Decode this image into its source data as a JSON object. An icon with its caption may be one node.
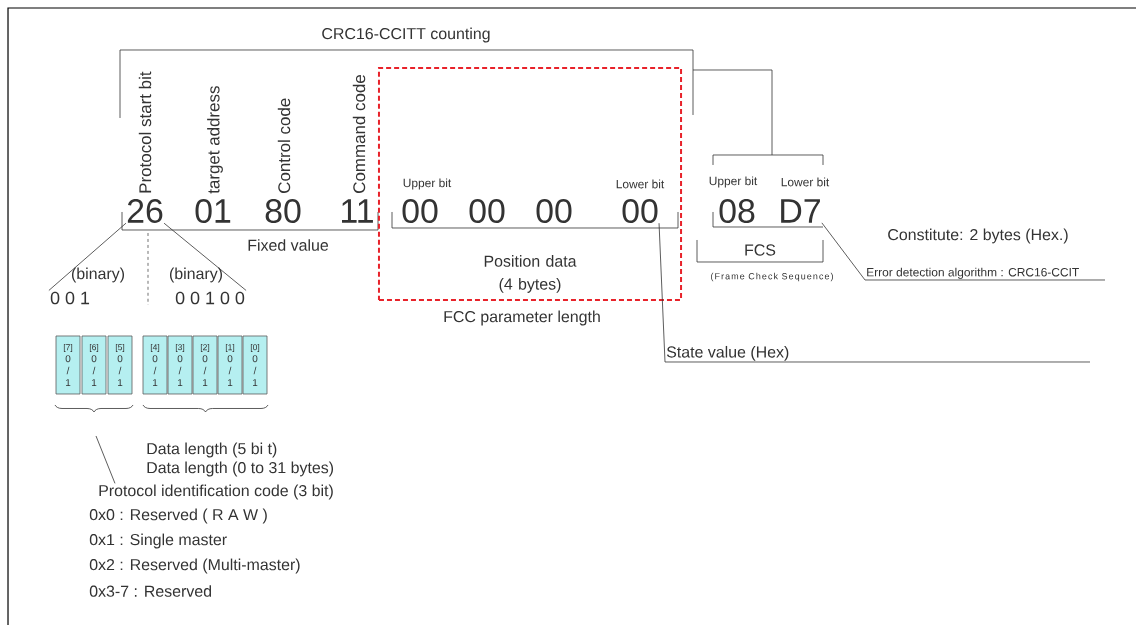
{
  "diagram": {
    "nodes": [
      {
        "text": [
          "26"
        ],
        "beside": [
          "Protocol start bit"
        ]
      },
      {
        "text": [
          "01"
        ],
        "beside": [
          "target address"
        ]
      },
      {
        "text": [
          "80"
        ],
        "beside": [
          "Control code"
        ]
      },
      {
        "text": [
          "11"
        ],
        "beside": [
          "Command code"
        ]
      },
      {
        "text": [
          "Position data (4 bytes)"
        ],
        "beside": [
          "FCC parameter length"
        ]
      },
      {
        "text": [
          "00"
        ],
        "in": 4,
        "beside": [
          "Upper bit"
        ]
      },
      {
        "text": [
          "00"
        ],
        "in": 4
      },
      {
        "text": [
          "00"
        ],
        "in": 4
      },
      {
        "text": [
          "00"
        ],
        "in": 4,
        "beside": [
          "Lower bit"
        ]
      },
      {
        "text": [
          "08"
        ],
        "beside": [
          "Upper bit"
        ]
      },
      {
        "text": [
          "D7"
        ],
        "beside": [
          "Lower bit"
        ]
      },
      {
        "text": [
          "0 0 1"
        ]
      },
      {
        "text": [
          "0 0 1 0 0"
        ]
      },
      {
        "text": [
          "[7]",
          "0",
          "/",
          "1"
        ]
      },
      {
        "text": [
          "[6]",
          "0",
          "/",
          "1"
        ]
      },
      {
        "text": [
          "[5]",
          "0",
          "/",
          "1"
        ]
      },
      {
        "text": [
          "[4]",
          "0",
          "/",
          "1"
        ]
      },
      {
        "text": [
          "[3]",
          "0",
          "/",
          "1"
        ]
      },
      {
        "text": [
          "[2]",
          "0",
          "/",
          "1"
        ]
      },
      {
        "text": [
          "[1]",
          "0",
          "/",
          "1"
        ]
      },
      {
        "text": [
          "[0]",
          "0",
          "/",
          "1"
        ]
      },
      {
        "text": [
          "Protocol identification code (3 bit)"
        ]
      },
      {
        "text": [
          "State value (Hex)"
        ]
      },
      {
        "text": [
          "Error detection algorithm : CRC16-CCIT"
        ]
      }
    ],
    "edges": [
      {
        "from": 0,
        "to": 11,
        "arrow": "none"
      },
      {
        "from": 0,
        "to": 12,
        "arrow": "none"
      },
      {
        "from": 8,
        "to": 22,
        "arrow": "none"
      },
      {
        "from": 10,
        "to": 23,
        "arrow": "none"
      },
      {
        "from": null,
        "to": 21,
        "arrow": "none"
      }
    ],
    "labels": [
      "CRC16-CCITT counting",
      "Fixed value",
      "FCS",
      "(Frame Check Sequence)",
      "Constitute: 2 bytes (Hex.)",
      "(binary)",
      "(binary)",
      "Data length (5 bi t)",
      "Data length (0 to 31 bytes)",
      "0x0 : Reserved ( R A W )",
      "0x1 : Single master",
      "0x2 : Reserved (Multi-master)",
      "0x3-7 : Reserved"
    ]
  }
}
